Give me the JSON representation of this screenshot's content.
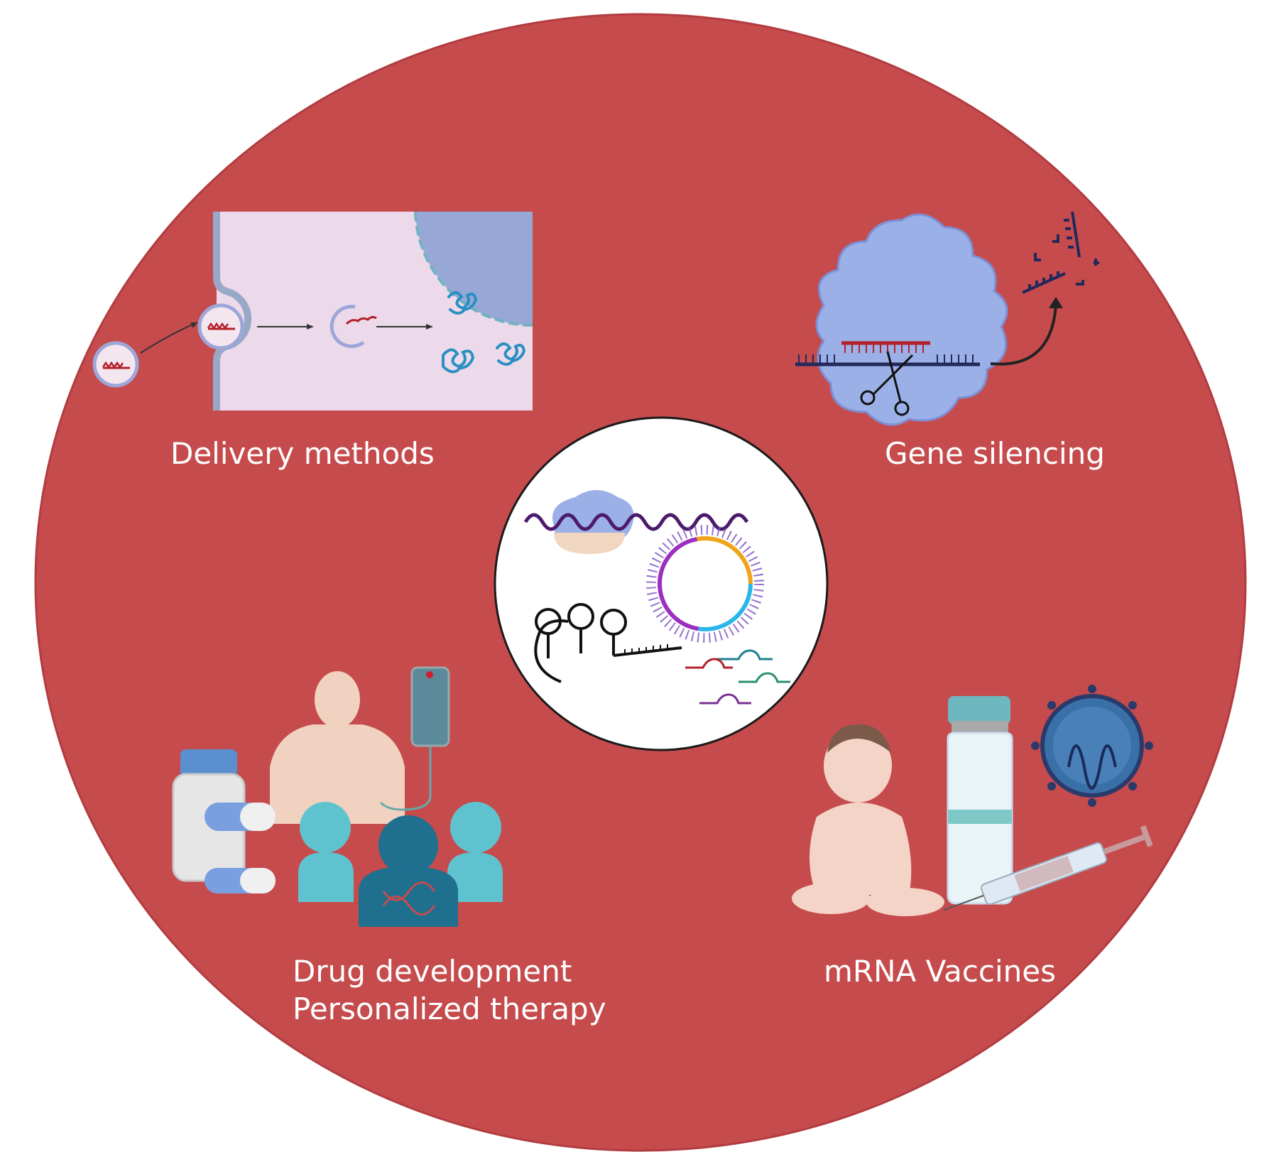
{
  "colors": {
    "background_circle": "#c64b4d",
    "cell_cytoplasm": "#ecdaea",
    "nucleus": "#98a8d6",
    "ribosome": "#9bb0e6",
    "teal": "#5fc3cf",
    "dark_teal": "#1f6f8f",
    "rna_red": "#b3202b",
    "navy": "#22285a"
  },
  "sections": {
    "delivery": {
      "label": "Delivery methods",
      "icon": "cell-delivery-icon"
    },
    "gene_silencing": {
      "label": "Gene silencing",
      "icon": "ribosome-scissors-icon"
    },
    "drug": {
      "label_line1": "Drug development",
      "label_line2": "Personalized therapy",
      "icon": "patient-pills-people-icon"
    },
    "vaccines": {
      "label": "mRNA Vaccines",
      "icon": "baby-vial-virus-syringe-icon"
    }
  },
  "center": {
    "icon": "rna-structures-icon"
  }
}
